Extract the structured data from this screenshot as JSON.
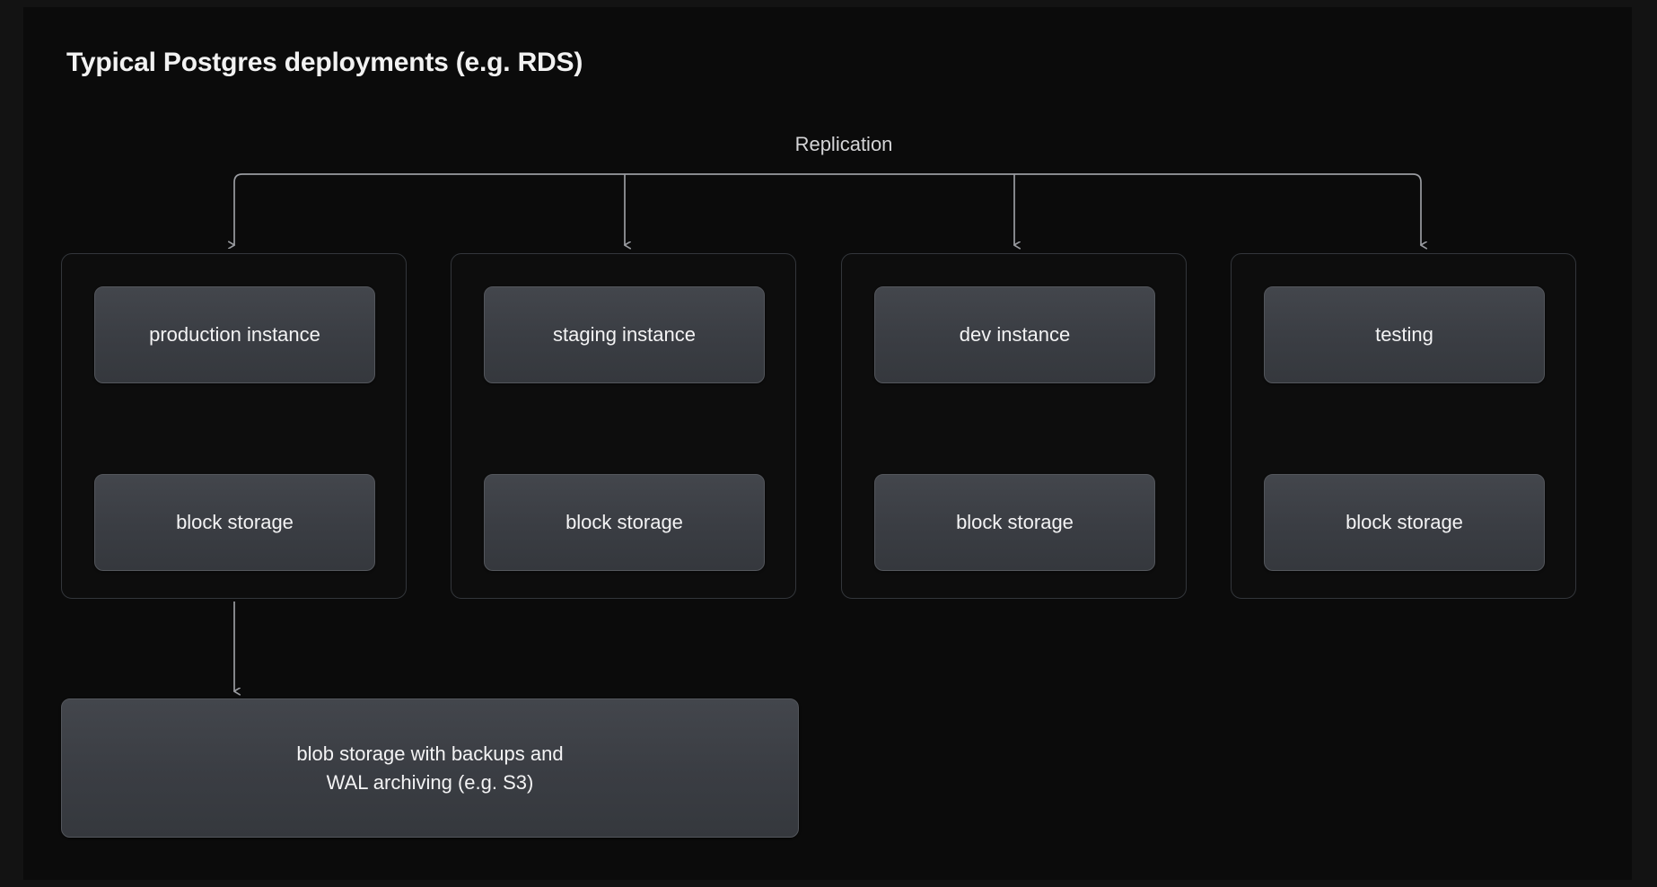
{
  "page": {
    "title": "Typical Postgres deployments (e.g. RDS)",
    "background_color": "#0b0b0b",
    "outer_background_color": "#131313",
    "text_color": "#f3f3f4",
    "connector_color": "#9a9ca1",
    "group_border_color": "#33363b",
    "node_fill_color": "#3d4046",
    "node_border_color": "#53565c"
  },
  "diagram": {
    "type": "block-diagram",
    "replication_label": "Replication",
    "groups": [
      {
        "id": "production",
        "instance_label": "production instance",
        "storage_label": "block storage",
        "has_backup_link": true
      },
      {
        "id": "staging",
        "instance_label": "staging instance",
        "storage_label": "block storage",
        "has_backup_link": false
      },
      {
        "id": "dev",
        "instance_label": "dev instance",
        "storage_label": "block storage",
        "has_backup_link": false
      },
      {
        "id": "testing",
        "instance_label": "testing",
        "storage_label": "block storage",
        "has_backup_link": false
      }
    ],
    "blob_storage": {
      "line1": "blob storage with backups and",
      "line2": "WAL archiving (e.g. S3)"
    }
  }
}
